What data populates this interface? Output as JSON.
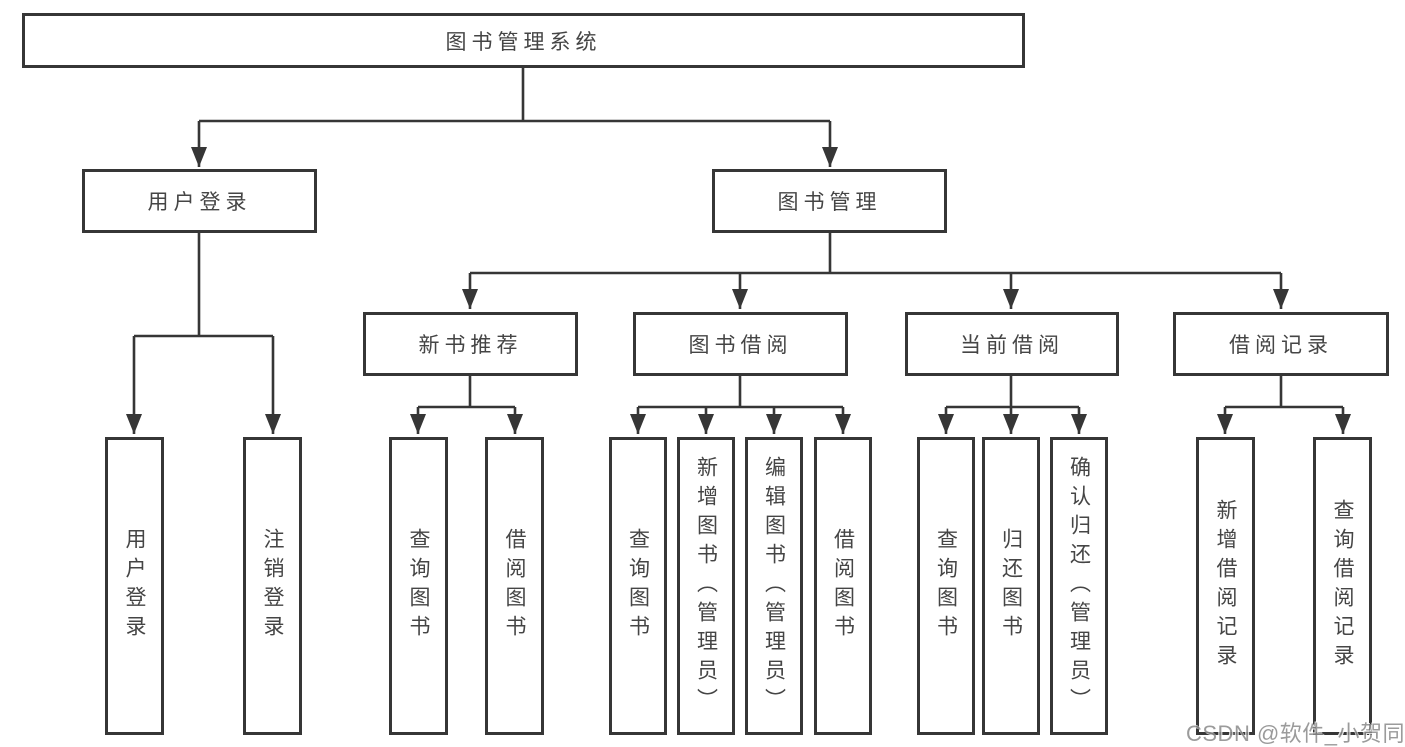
{
  "colors": {
    "line": "#363636",
    "border": "#363636",
    "text": "#454545",
    "background": "#ffffff",
    "watermark": "#8a8a8a"
  },
  "tree": {
    "root": {
      "label": "图书管理系统"
    },
    "branches": [
      {
        "label": "用户登录",
        "children": [
          {
            "label": "用户登录"
          },
          {
            "label": "注销登录"
          }
        ]
      },
      {
        "label": "图书管理",
        "children": [
          {
            "label": "新书推荐",
            "children": [
              {
                "label": "查询图书"
              },
              {
                "label": "借阅图书"
              }
            ]
          },
          {
            "label": "图书借阅",
            "children": [
              {
                "label": "查询图书"
              },
              {
                "label": "新增图书（管理员）"
              },
              {
                "label": "编辑图书（管理员）"
              },
              {
                "label": "借阅图书"
              }
            ]
          },
          {
            "label": "当前借阅",
            "children": [
              {
                "label": "查询图书"
              },
              {
                "label": "归还图书"
              },
              {
                "label": "确认归还（管理员）"
              }
            ]
          },
          {
            "label": "借阅记录",
            "children": [
              {
                "label": "新增借阅记录"
              },
              {
                "label": "查询借阅记录"
              }
            ]
          }
        ]
      }
    ]
  },
  "watermark": {
    "text": "CSDN @软件_小贺同学"
  }
}
